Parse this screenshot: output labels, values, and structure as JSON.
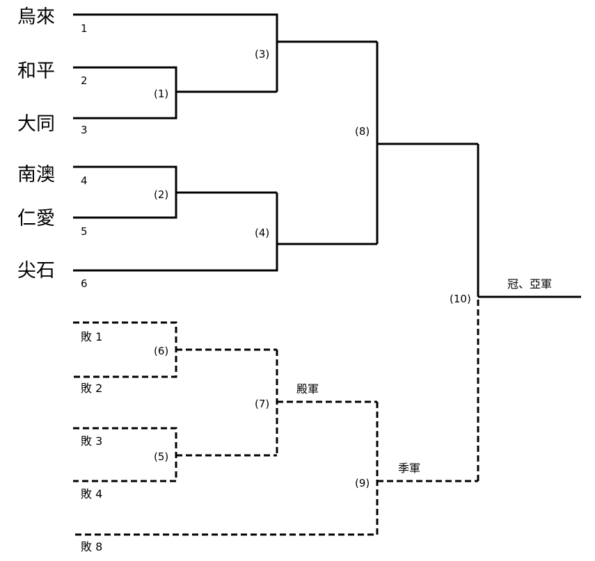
{
  "teams": [
    {
      "name": "烏來",
      "seed": "1"
    },
    {
      "name": "和平",
      "seed": "2"
    },
    {
      "name": "大同",
      "seed": "3"
    },
    {
      "name": "南澳",
      "seed": "4"
    },
    {
      "name": "仁愛",
      "seed": "5"
    },
    {
      "name": "尖石",
      "seed": "6"
    }
  ],
  "losers": [
    "敗 1",
    "敗 2",
    "敗 3",
    "敗 4",
    "敗 8"
  ],
  "matches": [
    "(1)",
    "(2)",
    "(3)",
    "(4)",
    "(5)",
    "(6)",
    "(7)",
    "(8)",
    "(9)",
    "(10)"
  ],
  "titles": {
    "final": "冠、亞軍",
    "fourth": "殿軍",
    "third": "季軍"
  }
}
